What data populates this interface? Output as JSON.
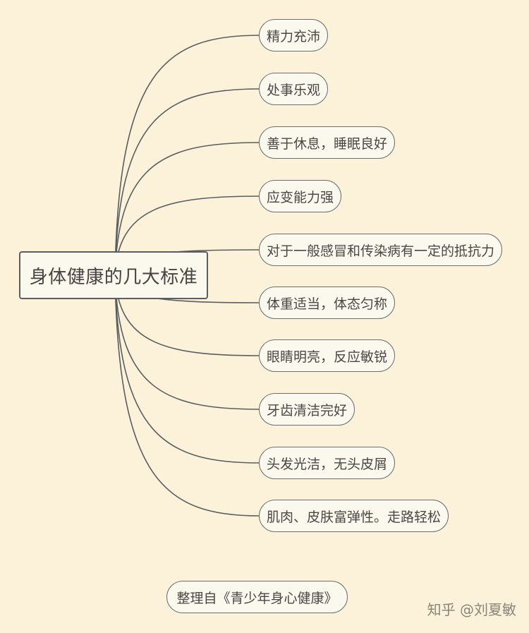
{
  "central_topic": "身体健康的几大标准",
  "branches": [
    "精力充沛",
    "处事乐观",
    "善于休息，睡眠良好",
    "应变能力强",
    "对于一般感冒和传染病有一定的抵抗力",
    "体重适当，体态匀称",
    "眼睛明亮，反应敏锐",
    "牙齿清洁完好",
    "头发光洁，无头皮屑",
    "肌肉、皮肤富弹性。走路轻松"
  ],
  "source_note": "整理自《青少年身心健康》",
  "watermark": "知乎 @刘夏敏",
  "colors": {
    "background": "#fbf2d9",
    "node_fill": "#fbf8ee",
    "line": "#5a5d61"
  }
}
